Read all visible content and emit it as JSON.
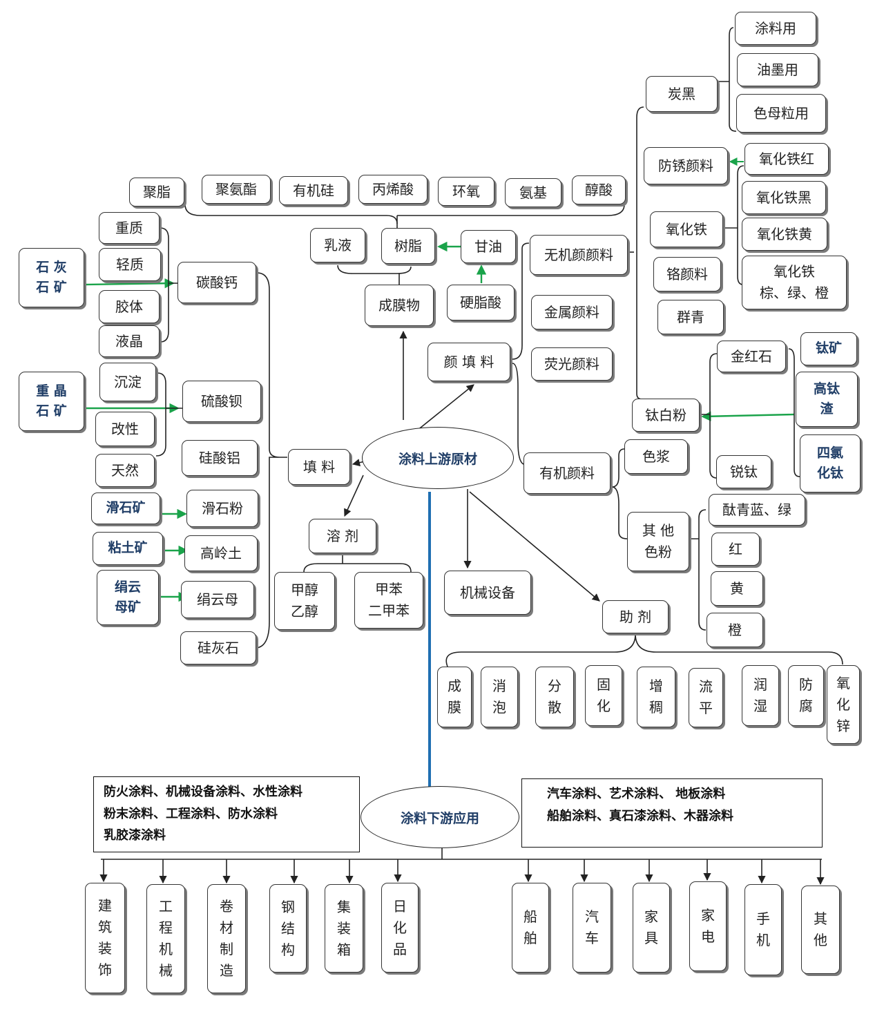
{
  "diagram": {
    "center_up": "涂料上游原材",
    "center_down": "涂料下游应用",
    "resin_types": [
      "聚脂",
      "聚氨酯",
      "有机硅",
      "丙烯酸",
      "环氧",
      "氨基",
      "醇酸"
    ],
    "film": {
      "emulsion": "乳液",
      "resin": "树脂",
      "glycerin": "甘油",
      "stearic": "硬脂酸",
      "film_former": "成膜物"
    },
    "carbon_black": {
      "label": "炭黑",
      "uses": [
        "涂料用",
        "油墨用",
        "色母粒用"
      ]
    },
    "inorganic": {
      "label": "无机颜颜料",
      "antirust": "防锈颜料",
      "iron_oxide": "氧化铁",
      "chrome": "铬颜料",
      "blue": "群青",
      "iron_items": [
        "氧化铁红",
        "氧化铁黑",
        "氧化铁黄",
        "氧化铁\n棕、绿、橙"
      ]
    },
    "metal_pigment": "金属颜料",
    "fluorescent": "荧光颜料",
    "pigment_filler": "颜 填 料",
    "titanium": {
      "label": "钛白粉",
      "rutile": "金红石",
      "anatase": "锐钛",
      "sources": [
        "钛矿",
        "高钛\n渣",
        "四氯\n化钛"
      ]
    },
    "organic": {
      "label": "有机颜料",
      "paste": "色浆",
      "other": "其 他\n色粉",
      "colors": [
        "酞青蓝、绿",
        "红",
        "黄",
        "橙"
      ]
    },
    "filler": {
      "label": "填 料",
      "caco3": {
        "label": "碳酸钙",
        "ore": "石 灰\n石 矿",
        "types": [
          "重质",
          "轻质",
          "胶体",
          "液晶"
        ]
      },
      "baso4": {
        "label": "硫酸钡",
        "ore": "重 晶\n石 矿",
        "types": [
          "沉淀",
          "改性",
          "天然"
        ]
      },
      "alsil": "硅酸铝",
      "talc": {
        "ore": "滑石矿",
        "product": "滑石粉"
      },
      "clay": {
        "ore": "粘土矿",
        "product": "高岭土"
      },
      "mica": {
        "ore": "绢云\n母矿",
        "product": "绢云母"
      },
      "wollastonite": "硅灰石"
    },
    "solvent": {
      "label": "溶 剂",
      "items": [
        "甲醇\n乙醇",
        "甲苯\n二甲苯"
      ]
    },
    "equipment": "机械设备",
    "additive": {
      "label": "助 剂",
      "items": [
        "成\n膜",
        "消\n泡",
        "分\n散",
        "固\n化",
        "增\n稠",
        "流\n平",
        "润\n湿",
        "防\n腐",
        "氧\n化\n锌"
      ]
    },
    "apps_left": [
      "防火涂料、机械设备涂料、水性涂料",
      "粉末涂料、工程涂料、防水涂料",
      "乳胶漆涂料"
    ],
    "apps_right": [
      "汽车涂料、艺术涂料、 地板涂料",
      "船舶涂料、真石漆涂料、木器涂料"
    ],
    "industries": [
      "建\n筑\n装\n饰",
      "工\n程\n机\n械",
      "卷\n材\n制\n造",
      "钢\n结\n构",
      "集\n装\n箱",
      "日\n化\n品",
      "船\n舶",
      "汽\n车",
      "家\n具",
      "家\n电",
      "手\n机",
      "其\n他"
    ]
  },
  "colors": {
    "arrow_green": "#1aa34a",
    "connector_blue": "#1f6fb2",
    "line": "#222222",
    "ore_text": "#1f3d66"
  }
}
